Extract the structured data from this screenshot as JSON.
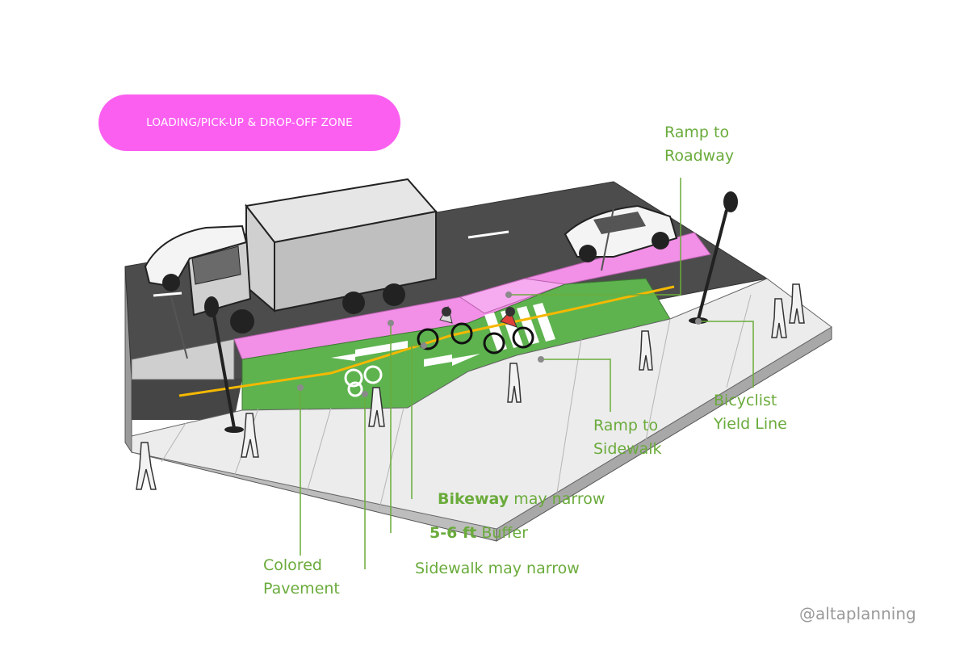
{
  "zone_title": "LOADING/PICK-UP & DROP-OFF ZONE",
  "callouts": {
    "ramp_to_roadway": [
      "Ramp to",
      "Roadway"
    ],
    "bicyclist_yield_line": [
      "Bicyclist",
      "Yield Line"
    ],
    "ramp_to_sidewalk": [
      "Ramp to",
      "Sidewalk"
    ],
    "bikeway_narrow": {
      "bold": "Bikeway",
      "rest": " may narrow"
    },
    "buffer": {
      "bold": "5-6 ft",
      "rest": " Buffer"
    },
    "sidewalk_narrow": "Sidewalk may narrow",
    "colored_pavement": [
      "Colored",
      "Pavement"
    ]
  },
  "credit": "@altaplanning",
  "colors": {
    "pill": "#fb5ff0",
    "label_green": "#6aab3b",
    "bikeway_green": "#5eb34f",
    "buffer_pink": "#f28fe6",
    "asphalt": "#4a4a4a",
    "sidewalk": "#ececec",
    "yield_yellow": "#f5b800"
  }
}
